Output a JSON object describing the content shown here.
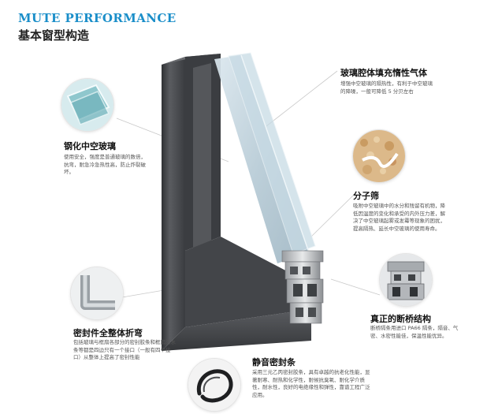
{
  "header": {
    "title_en": "MUTE PERFORMANCE",
    "title_zh": "基本窗型构造"
  },
  "callouts": {
    "tempered_glass": {
      "title": "钢化中空玻璃",
      "desc": "使用安全，强度是普通玻璃的数倍，抗弯，耐急冷急热性高，防止炸裂破坏。"
    },
    "gas_fill": {
      "title": "玻璃腔体填充惰性气体",
      "desc": "增强中空玻璃的隔热性，有利于中空玻璃的降噪，一般可降低 5 分贝左右"
    },
    "molecular_sieve": {
      "title": "分子筛",
      "desc": "吸附中空玻璃中的水分和残留有机物，降低因温度的变化和承受的内外压力差，解决了中空玻璃起雾或发霉等现象的困扰，提高隔热、延长中空玻璃的使用寿命。"
    },
    "thermal_break": {
      "title": "真正的断桥结构",
      "desc": "断桥隔条用进口 PA66 隔条，隔音、气密、水密性能佳，保温性能优异。"
    },
    "seal_strip": {
      "title": "静音密封条",
      "desc": "采用三元乙丙密封胶条，具有卓越的抗老化性能，显著耐寒、耐热和化学性，耐候抗臭氧、耐化学介质性，耐水性，良好的电绝缘性和弹性，靠谱工程广泛应用。"
    },
    "seal_corner": {
      "title": "密封件全整体折弯",
      "desc": "包括玻璃与框扇各部分的密封胶条和框扇防水条等都是四边只有一个接口（一般有四个接口）从整体上提高了密封性能"
    }
  },
  "colors": {
    "accent": "#1a8ec9",
    "frame": "#4a4c50",
    "glass": "#bdd3df",
    "leader": "#c9c9c9"
  }
}
